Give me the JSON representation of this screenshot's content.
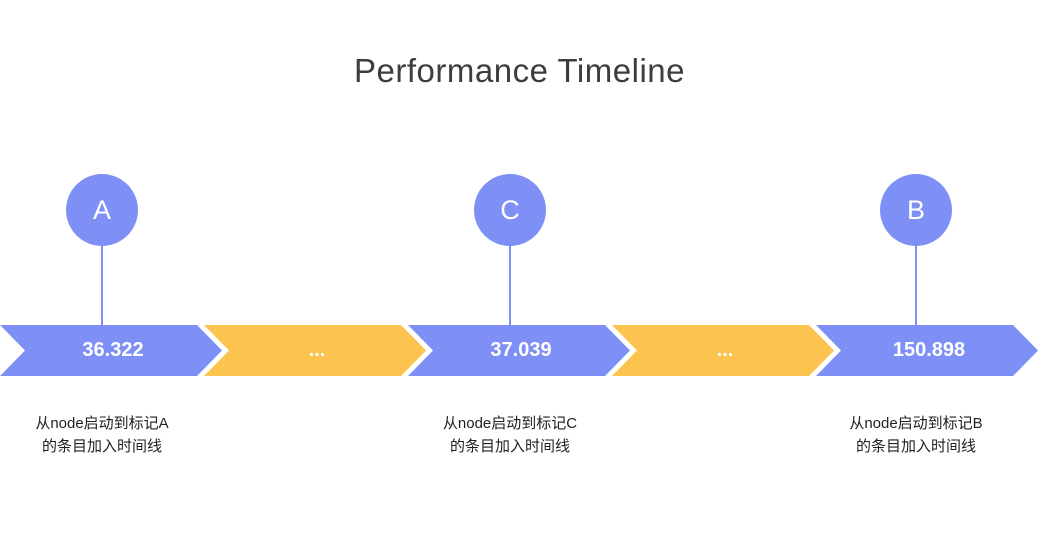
{
  "title": "Performance Timeline",
  "colors": {
    "blue": "#7e8ff5",
    "yellow": "#fcc44e",
    "title_text": "#3d3d3d",
    "caption_text": "#1f1f1f",
    "segment_text": "#ffffff"
  },
  "chart_data": {
    "type": "table",
    "title": "Performance Timeline",
    "markers": [
      {
        "letter": "A",
        "value": 36.322,
        "description": "从node启动到标记A 的条目加入时间线"
      },
      {
        "letter": "C",
        "value": 37.039,
        "description": "从node启动到标记C 的条目加入时间线"
      },
      {
        "letter": "B",
        "value": 150.898,
        "description": "从node启动到标记B 的条目加入时间线"
      }
    ]
  },
  "markers": [
    {
      "letter": "A",
      "caption_line1": "从node启动到标记A",
      "caption_line2": "的条目加入时间线"
    },
    {
      "letter": "C",
      "caption_line1": "从node启动到标记C",
      "caption_line2": "的条目加入时间线"
    },
    {
      "letter": "B",
      "caption_line1": "从node启动到标记B",
      "caption_line2": "的条目加入时间线"
    }
  ],
  "segments": [
    {
      "kind": "value",
      "label": "36.322"
    },
    {
      "kind": "gap",
      "label": "..."
    },
    {
      "kind": "value",
      "label": "37.039"
    },
    {
      "kind": "gap",
      "label": "..."
    },
    {
      "kind": "value",
      "label": "150.898"
    }
  ]
}
